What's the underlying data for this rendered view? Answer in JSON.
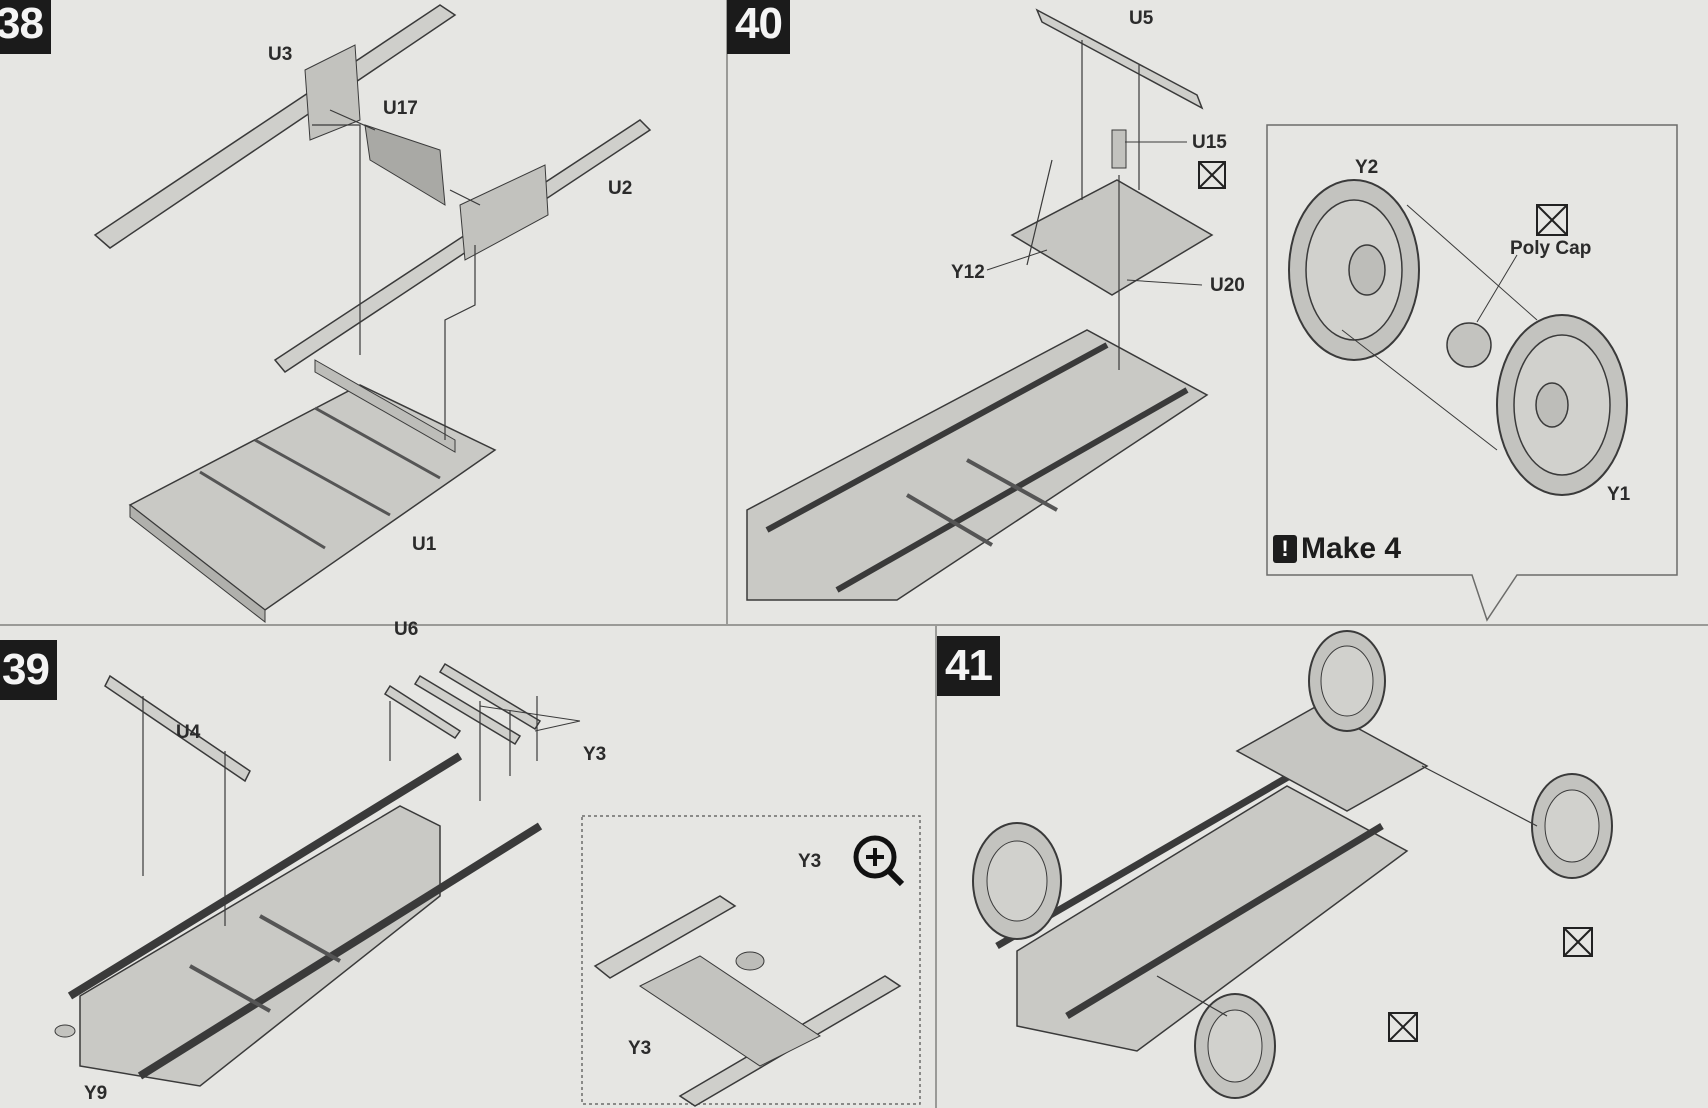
{
  "steps": {
    "s38": {
      "number": "38",
      "labels": {
        "u3": "U3",
        "u17": "U17",
        "u2": "U2",
        "u1": "U1"
      }
    },
    "s39": {
      "number": "39",
      "labels": {
        "u6": "U6",
        "u4": "U4",
        "y3a": "Y3",
        "y9": "Y9"
      }
    },
    "s40": {
      "number": "40",
      "labels": {
        "u5": "U5",
        "u15": "U15",
        "y12": "Y12",
        "u20": "U20"
      }
    },
    "s41": {
      "number": "41"
    }
  },
  "detail_wheel": {
    "y2": "Y2",
    "poly_cap": "Poly Cap",
    "y1": "Y1",
    "make": "Make 4",
    "bang": "!"
  },
  "detail_zoom": {
    "y3_top": "Y3",
    "y3_bottom": "Y3"
  },
  "colors": {
    "background": "#e6e6e3",
    "part": "#c9c9c5",
    "line": "#3a3a3a",
    "badge": "#1b1b1b"
  },
  "icons": [
    "no-glue-icon",
    "zoom-in-icon",
    "attention-icon"
  ]
}
